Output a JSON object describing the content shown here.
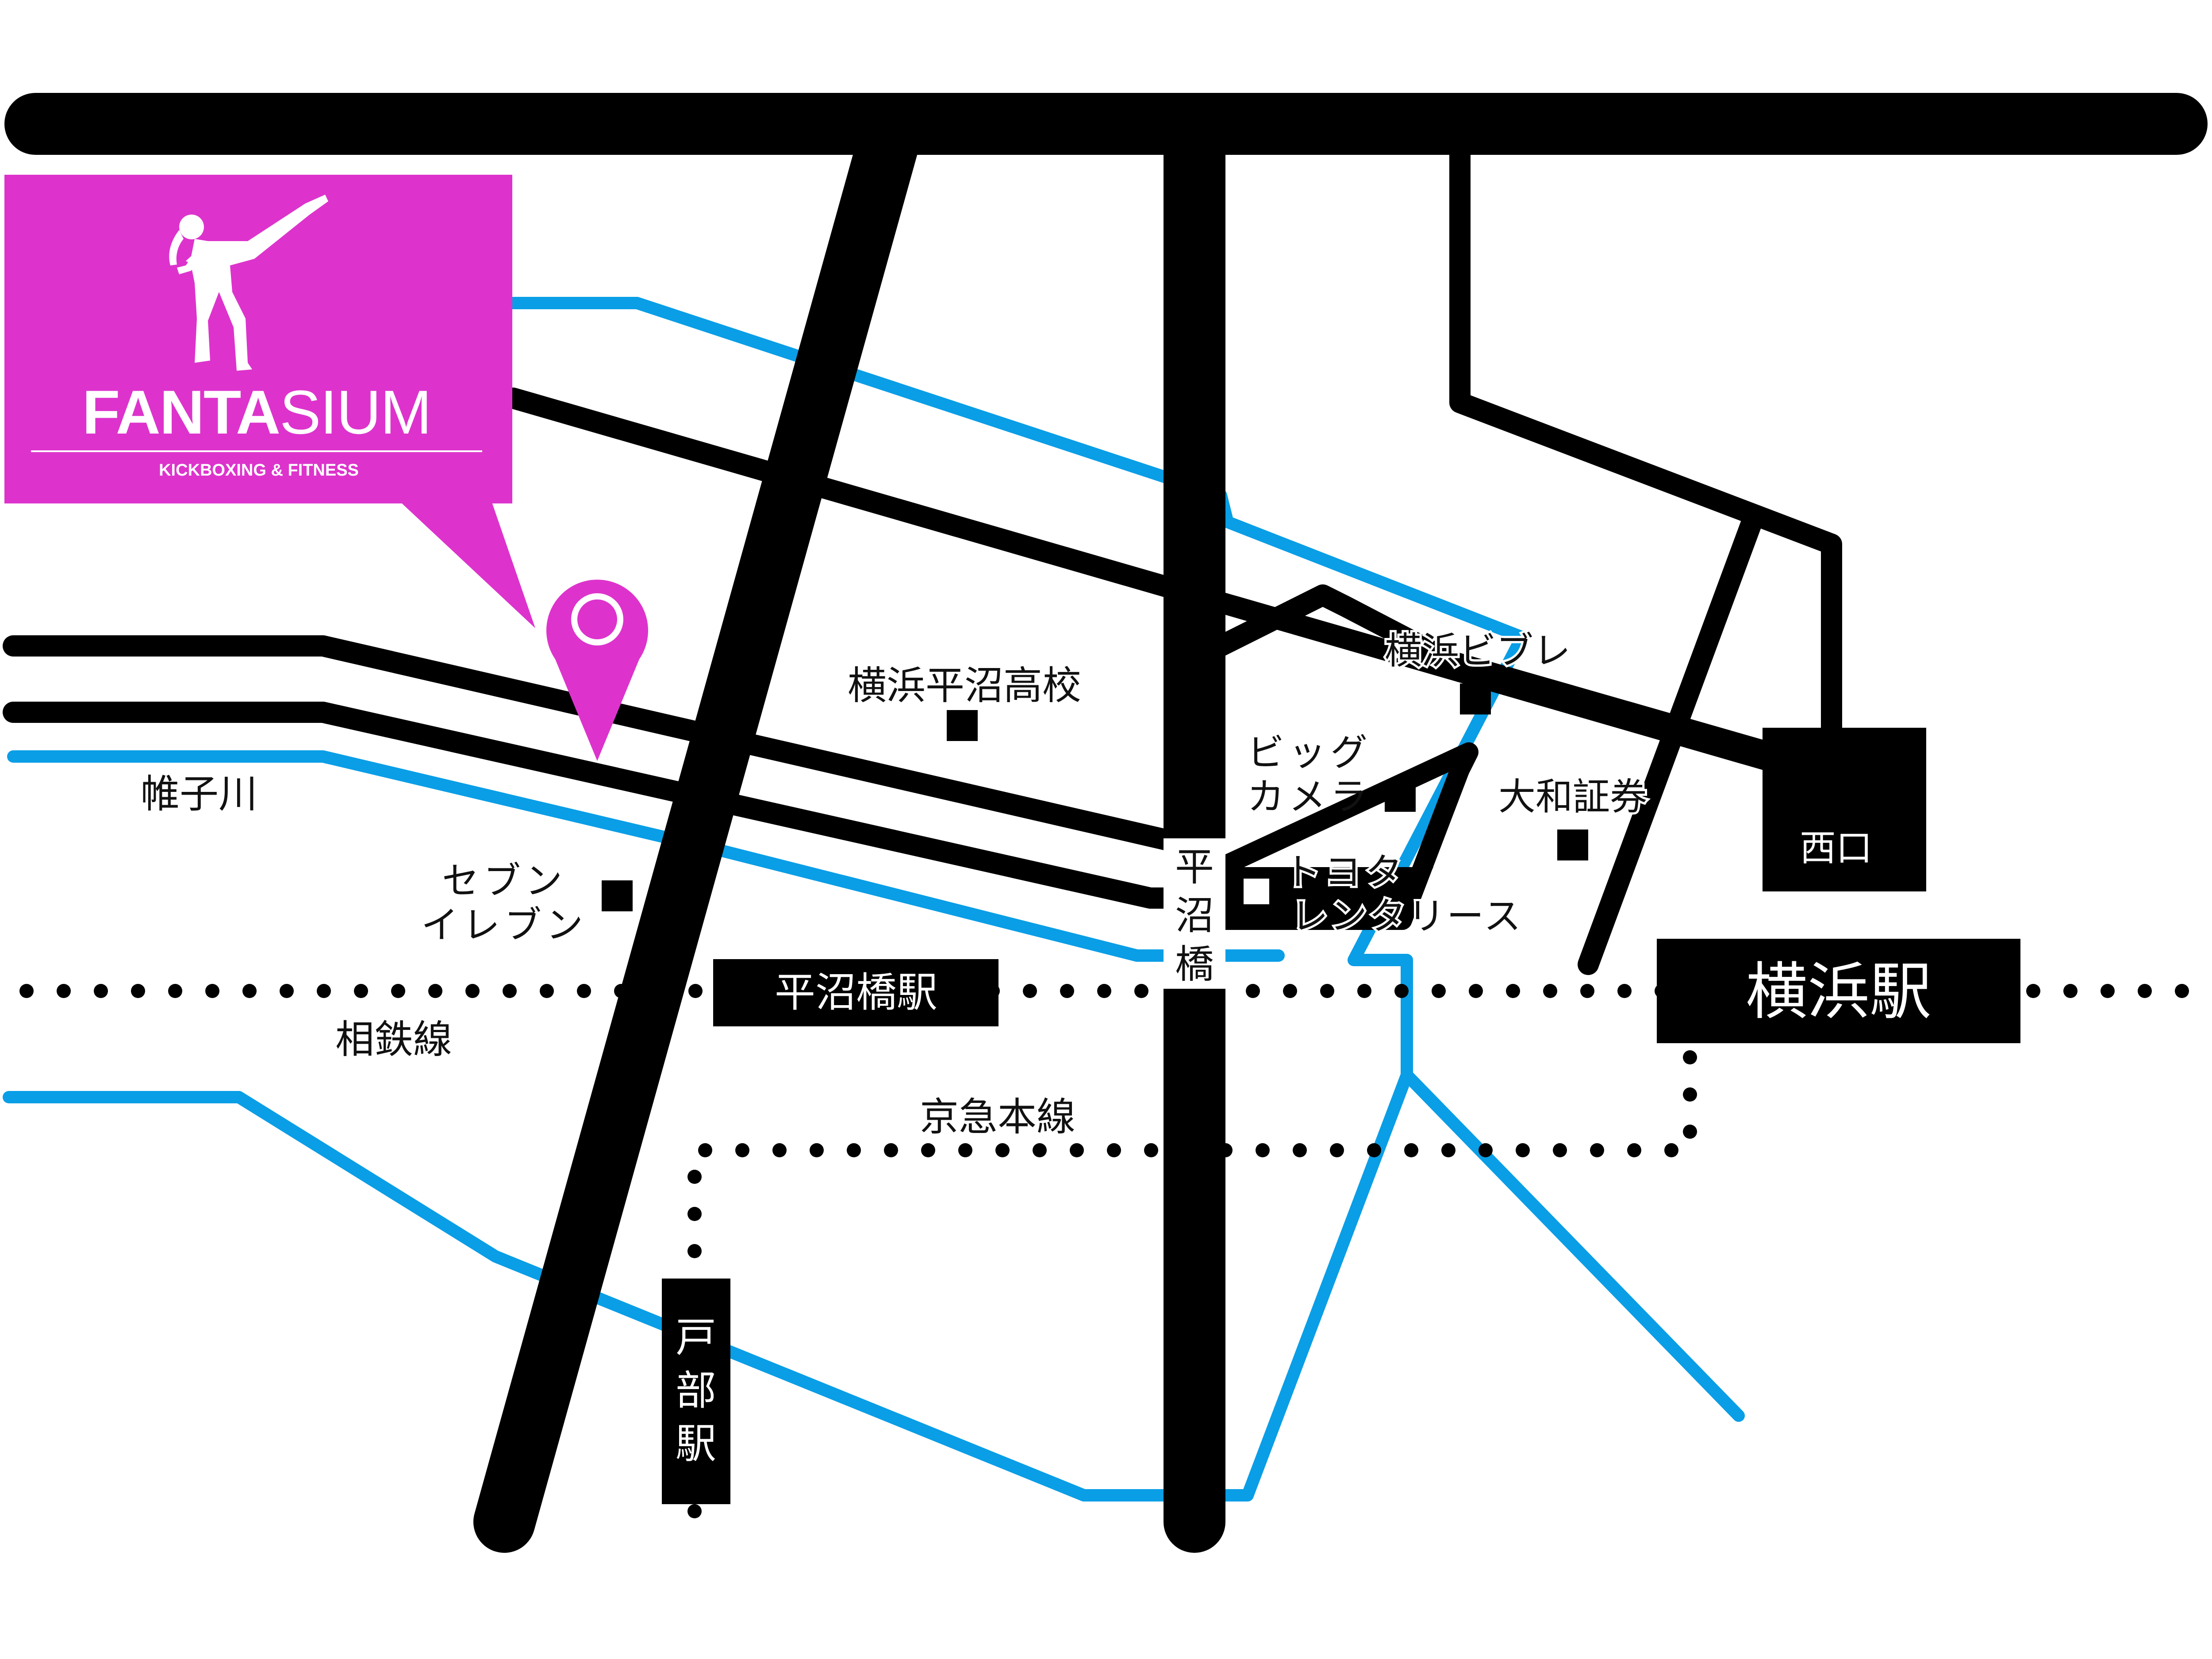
{
  "brand": {
    "name_bold": "FANTA",
    "name_light": "SIUM",
    "tagline": "KICKBOXING & FITNESS",
    "color": "#dd33cc"
  },
  "colors": {
    "road": "#000000",
    "river": "#0a9ee6",
    "pin": "#dd33cc",
    "background": "#ffffff"
  },
  "rivers": {
    "katabira": "帷子川"
  },
  "railways": {
    "sotetsu": "相鉄線",
    "keikyu": "京急本線"
  },
  "stations": {
    "hiranumabashi": "平沼橋駅",
    "yokohama": "横浜駅",
    "tobe": [
      "戸",
      "部",
      "駅"
    ],
    "nishiguchi": "西口"
  },
  "bridge_label": [
    "平",
    "沼",
    "橋"
  ],
  "landmarks": {
    "school": "横浜平沼高校",
    "seven_eleven": [
      "セブン",
      "イレブン"
    ],
    "biccamera": [
      "ビッグ",
      "カメラ"
    ],
    "toyota_rental": [
      "トヨタ",
      "レンタリース"
    ],
    "vivre": "横浜ビブレ",
    "daiwa": "大和証券"
  },
  "icons": {
    "location_pin": "map-pin-icon",
    "kicker": "kickboxer-silhouette-icon",
    "landmark": "square-marker-icon"
  }
}
